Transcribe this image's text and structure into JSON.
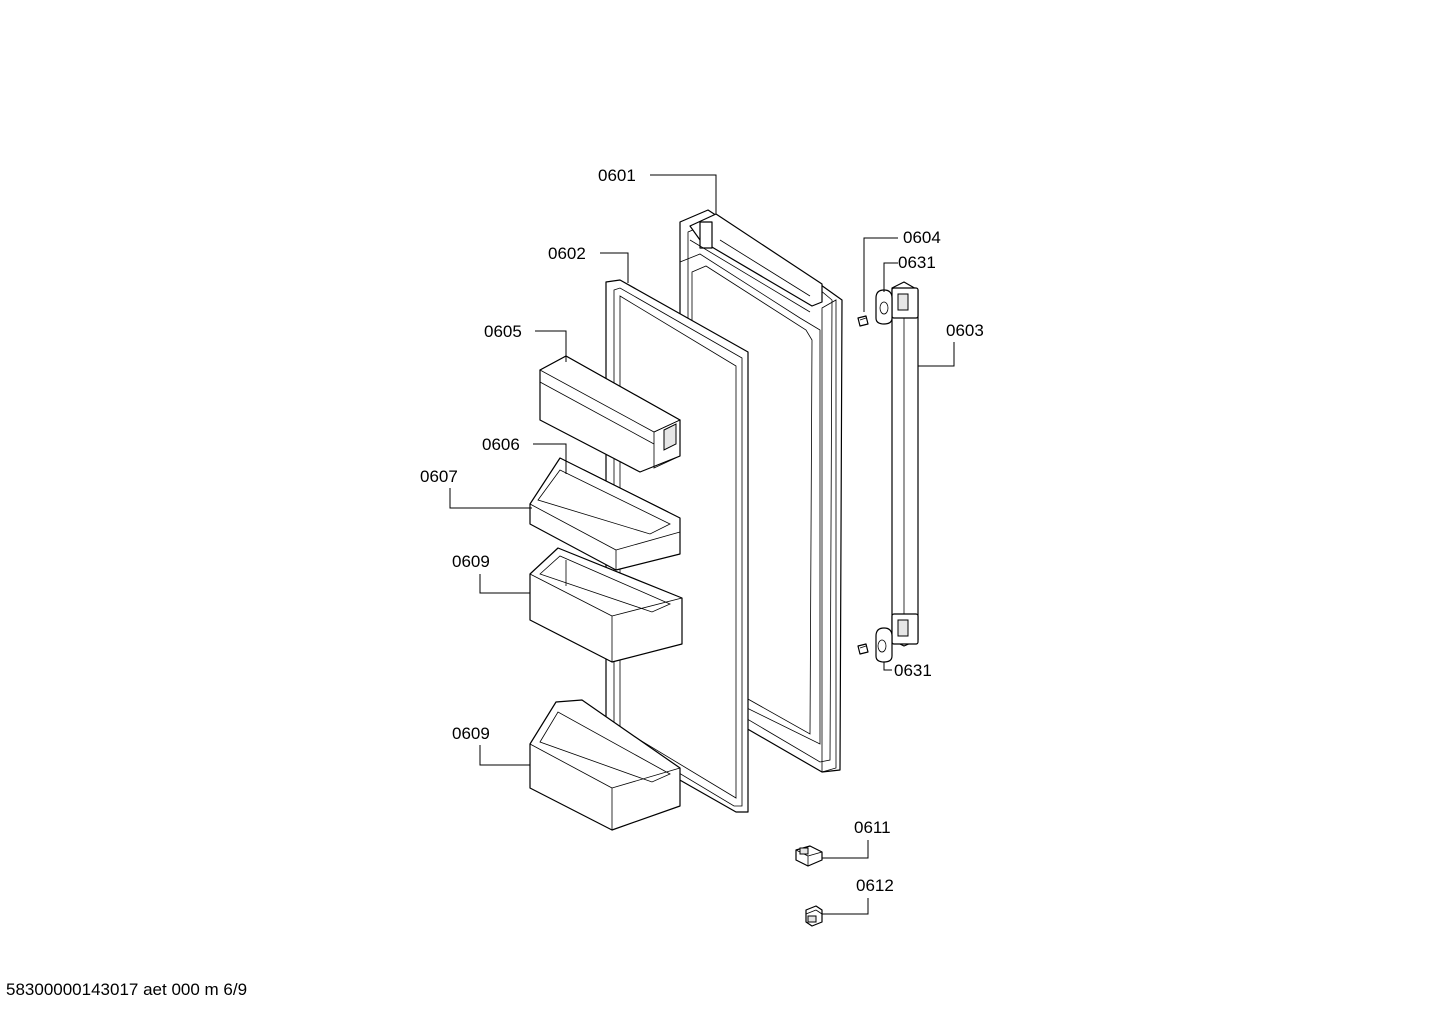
{
  "labels": {
    "p0601": "0601",
    "p0602": "0602",
    "p0603": "0603",
    "p0604": "0604",
    "p0605": "0605",
    "p0606": "0606",
    "p0607": "0607",
    "p0609a": "0609",
    "p0609b": "0609",
    "p0611": "0611",
    "p0612": "0612",
    "p0631a": "0631",
    "p0631b": "0631"
  },
  "footer": {
    "document_id": "58300000143017 aet 000 m 6/9"
  }
}
